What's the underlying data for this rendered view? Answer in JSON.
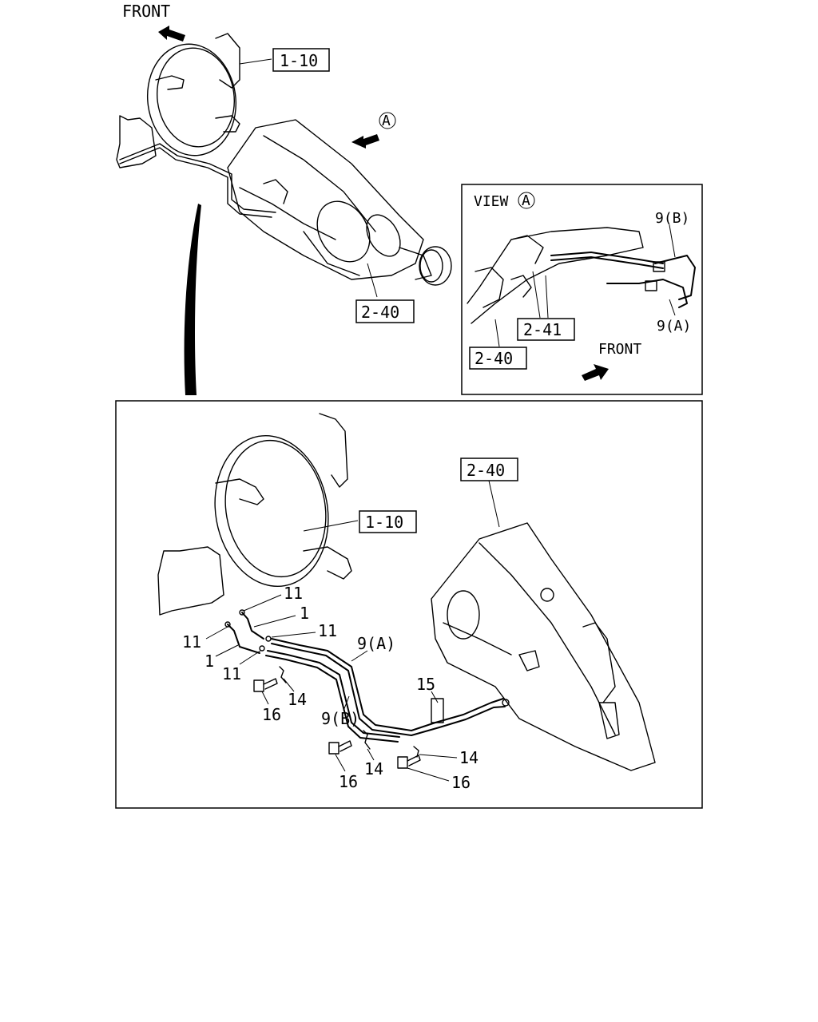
{
  "diagram": {
    "top_front_label": "FRONT",
    "view_marker": "A",
    "labels_top": {
      "fan_shroud": "1-10",
      "transmission": "2-40"
    },
    "view_a": {
      "title": "VIEW",
      "marker": "A",
      "front_label": "FRONT",
      "pipe_b": "9(B)",
      "pipe_a": "9(A)",
      "hose_clamps": "2-41",
      "transmission": "2-40"
    },
    "detail": {
      "transmission": "2-40",
      "fan_shroud": "1-10",
      "hose_clip_1": "11",
      "hose_1": "1",
      "hose_clip_2": "11",
      "hose_clip_3": "11",
      "hose_2": "1",
      "hose_clip_4": "11",
      "pipe_a": "9(A)",
      "pipe_b": "9(B)",
      "clip_1": "14",
      "bolt_1": "16",
      "bracket": "15",
      "clip_2": "14",
      "clip_3": "14",
      "bolt_2": "16",
      "bolt_3": "16"
    }
  }
}
